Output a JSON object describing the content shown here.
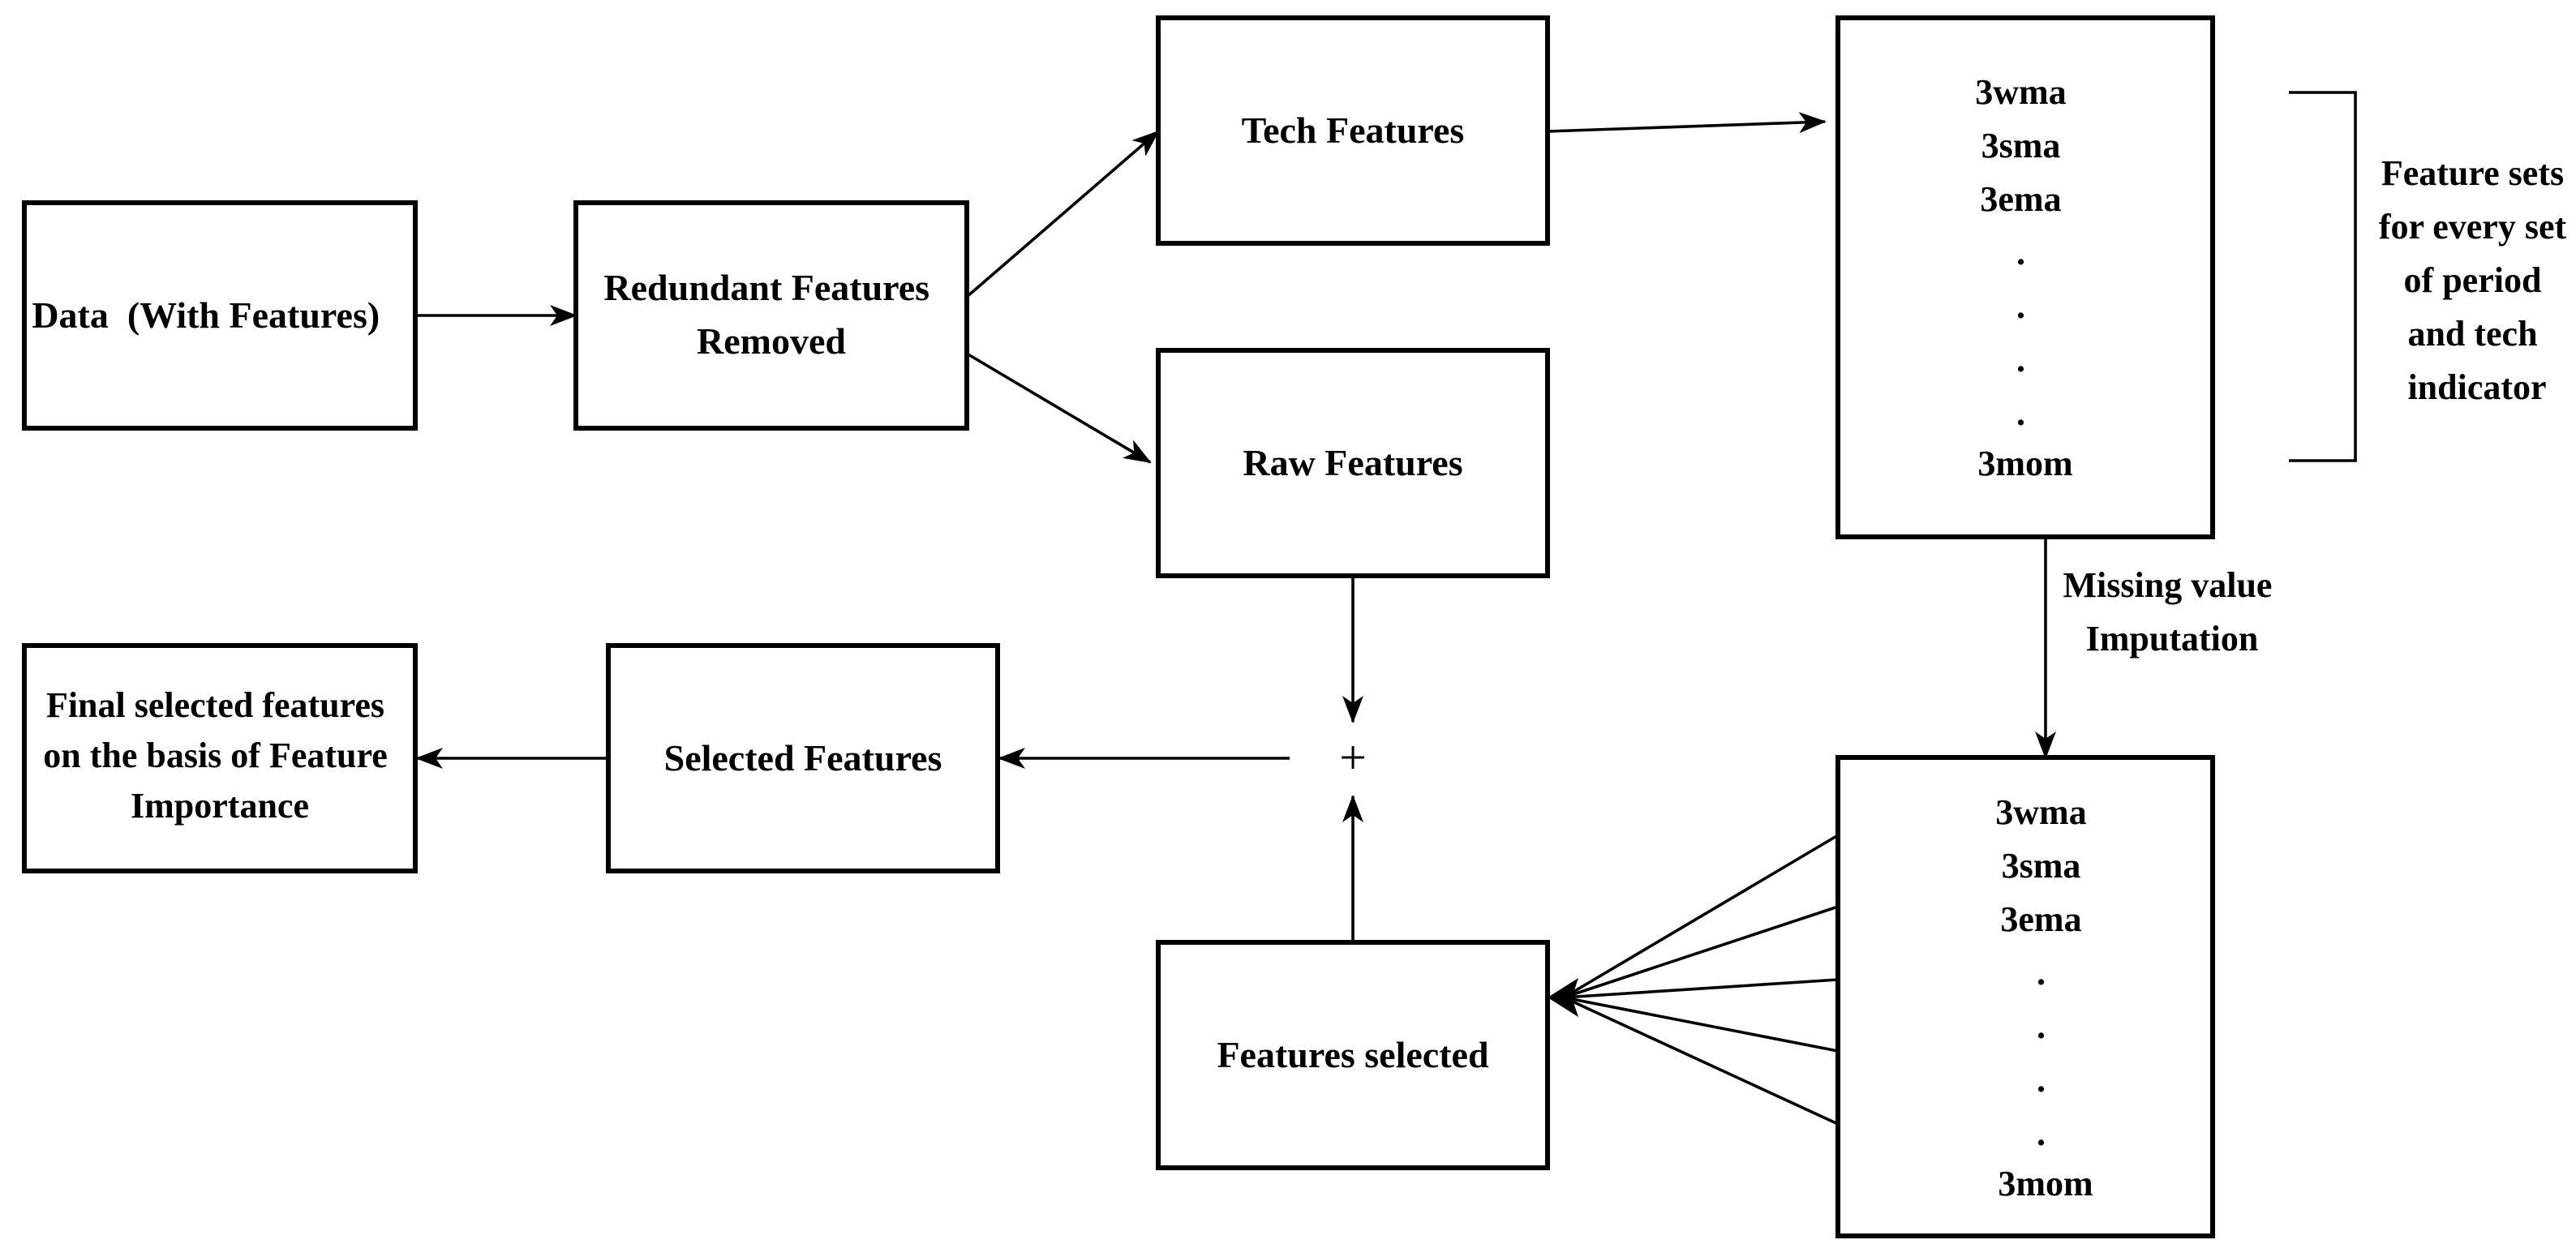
{
  "diagram": {
    "nodes": {
      "data": [
        "Data  (With Features)"
      ],
      "redundant": [
        "Redundant Features",
        "Removed"
      ],
      "tech": [
        "Tech Features"
      ],
      "raw": [
        "Raw Features"
      ],
      "selected": [
        "Selected Features"
      ],
      "final": [
        "Final selected features",
        "on the basis of Feature",
        "Importance"
      ],
      "features_selected": [
        "Features selected"
      ],
      "top_list": [
        "3wma",
        "3sma",
        "3ema",
        ".",
        ".",
        ".",
        ".",
        "3mom"
      ],
      "bottom_list": [
        "3wma",
        "3sma",
        "3ema",
        ".",
        ".",
        ".",
        ".",
        "3mom"
      ]
    },
    "bracket_note": [
      "Feature sets",
      "for every set",
      "of period",
      "and tech",
      "indicator"
    ],
    "imputation_label": [
      "Missing value",
      "Imputation"
    ],
    "combine_symbol": "+"
  }
}
